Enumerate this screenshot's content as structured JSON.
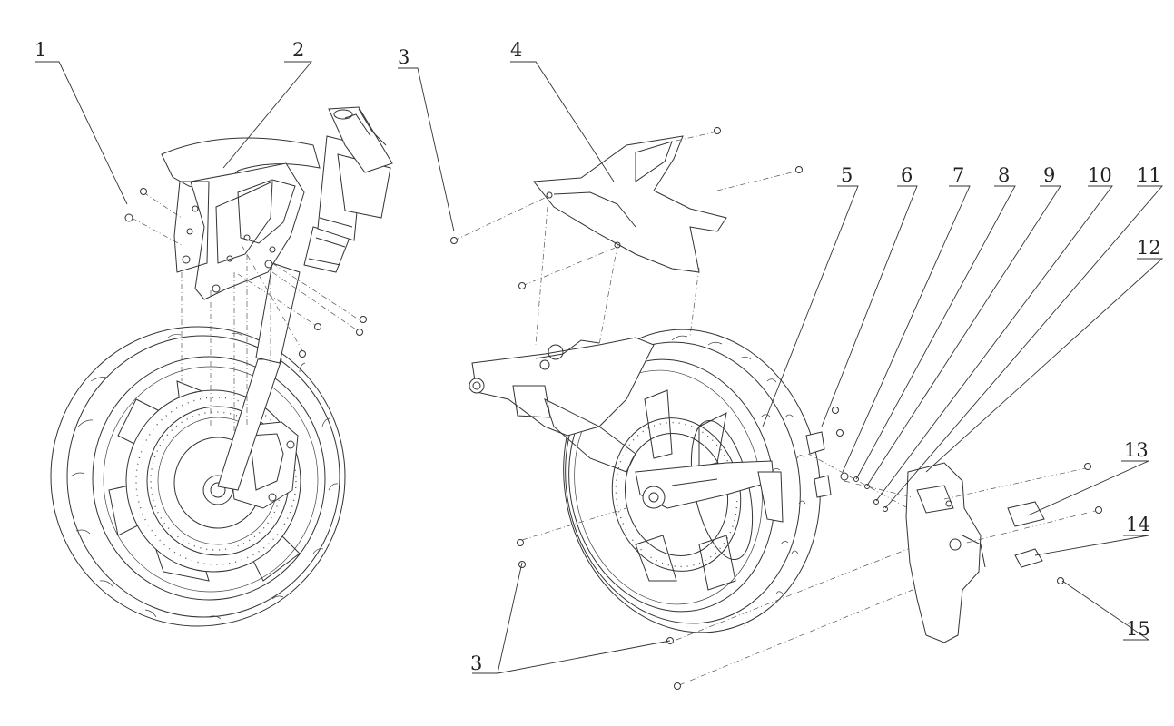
{
  "diagram": {
    "callouts": [
      "1",
      "2",
      "3",
      "4",
      "5",
      "6",
      "7",
      "8",
      "9",
      "10",
      "11",
      "12",
      "13",
      "14",
      "15",
      "3"
    ]
  }
}
